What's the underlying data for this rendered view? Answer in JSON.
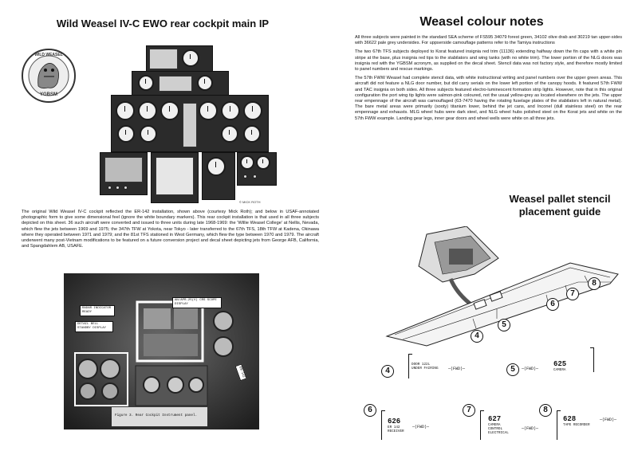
{
  "left": {
    "title": "Wild Weasel IV-C EWO rear cockpit main IP",
    "badge": {
      "top_text": "WILD WEASEL",
      "bottom_text": "YGBSM"
    },
    "ip_credit": "© MICK ROTH",
    "caption": "The original Wild Weasel IV-C cockpit reflected the ER-142 installation, shown above (courtesy Mick Roth); and below in USAF-annotated photographic form to give some dimensional feel (ignore the white boundary markers). This rear cockpit installation is that used in all three subjects depicted on this sheet. 36 such aircraft were converted and issued to three units during late 1968-1969: the 'Willie Weasel College' at Nellis, Nevada, which flew the jets between 1969 and 1975; the 347th TFW at Yokota, near Tokyo - later transferred to the 67th TFS, 18th TFW at Kadena, Okinawa where they operated between 1971 and 1979; and the 81st TFS stationed in West Germany, which flew the type between 1970 and 1979. The aircraft underwent many post-Vietnam modifications to be featured on a future conversion project and decal sheet depicting jets from George AFB, California, and Spangdahlem AB, USAFE.",
    "photo_labels": {
      "l1": "RADAR INDICATOR READY",
      "l2": "DETAIL BELL STANDBY DISPLAY",
      "l3": "AN/APR-25(V) CRS SCOPE DISPLAY",
      "l4": "ER-142"
    },
    "photo_caption": "Figure 3.  Rear Cockpit Instrument panel."
  },
  "right": {
    "title": "Weasel colour notes",
    "paragraphs": [
      "All three subjects were painted in the standard SEA scheme of FS595 34079 forest green, 34102 olive drab and 30219 tan upper-sides with 36622 pale grey undersides. For uppserside camouflage patterns refer to the Tamiya instructions",
      "The two 67th TFS subjects deployed to Korat featured insignia red trim (11136) extending halfway down the fin caps with a white pin stripe at the base, plus insignia red tips to the stabilators and wing tanks (with no white trim). The lower portion of the NLG doors was insignia red with the YGBSM acronym, as supplied on the decal sheet. Stencil data was not factory style, and therefore mostly limited to panel numbers and rescue markings.",
      "The 57th FWW Weasel had complete stencil data, with white instructional writing and panel numbers over the upper green areas. This aircraft did not feature a NLG door number, but did carry serials on the lower left portion of the canopy hoods. It featured 57th FWW and TAC insignia on both sides. All three subjects featured electro-luminescent formation strip lights. However, note that in this original configuration the port wing tip lights were salmon-pink coloured, not the usual yellow-grey as located elsewhere on the jets. The upper rear empennage of the aircraft was camouflaged (63-7470 having the rotating fuselage plates of the stabilators left in natural metal). The bare metal areas were primarily (sooty) titanium lower, behind the jet cans, and Inconel (dull stainless steel) on the rear empennage and exhausts. MLG wheel hubs were dark steel, and NLG wheel hubs polished steel on the Korat jets and white on the 57th FWW example. Landing gear legs, inner gear doors and wheel wells were white on all three jets."
    ],
    "pallet_title_1": "Weasel pallet stencil",
    "pallet_title_2": "placement guide",
    "markers": [
      "4",
      "5",
      "6",
      "7",
      "8"
    ],
    "stencils": {
      "s4": {
        "num": "4",
        "text1": "DOOR 122L",
        "text2": "UNDER FAIRING",
        "fwd": "—(FWD)—"
      },
      "s5": {
        "num": "5",
        "fwd": "—(FWD)—",
        "code": "625",
        "text1": "CAMERA"
      },
      "s6": {
        "num": "6",
        "code": "626",
        "text1": "ER 142",
        "text2": "RECEIVER",
        "fwd": "—(FWD)—"
      },
      "s7": {
        "num": "7",
        "code": "627",
        "text1": "CAMERA",
        "text2": "CONTROL",
        "text3": "ELECTRICAL",
        "fwd": "—(FWD)—"
      },
      "s8": {
        "num": "8",
        "code": "628",
        "text1": "TAPE RECORDER",
        "fwd": "—(FWD)—"
      }
    }
  }
}
